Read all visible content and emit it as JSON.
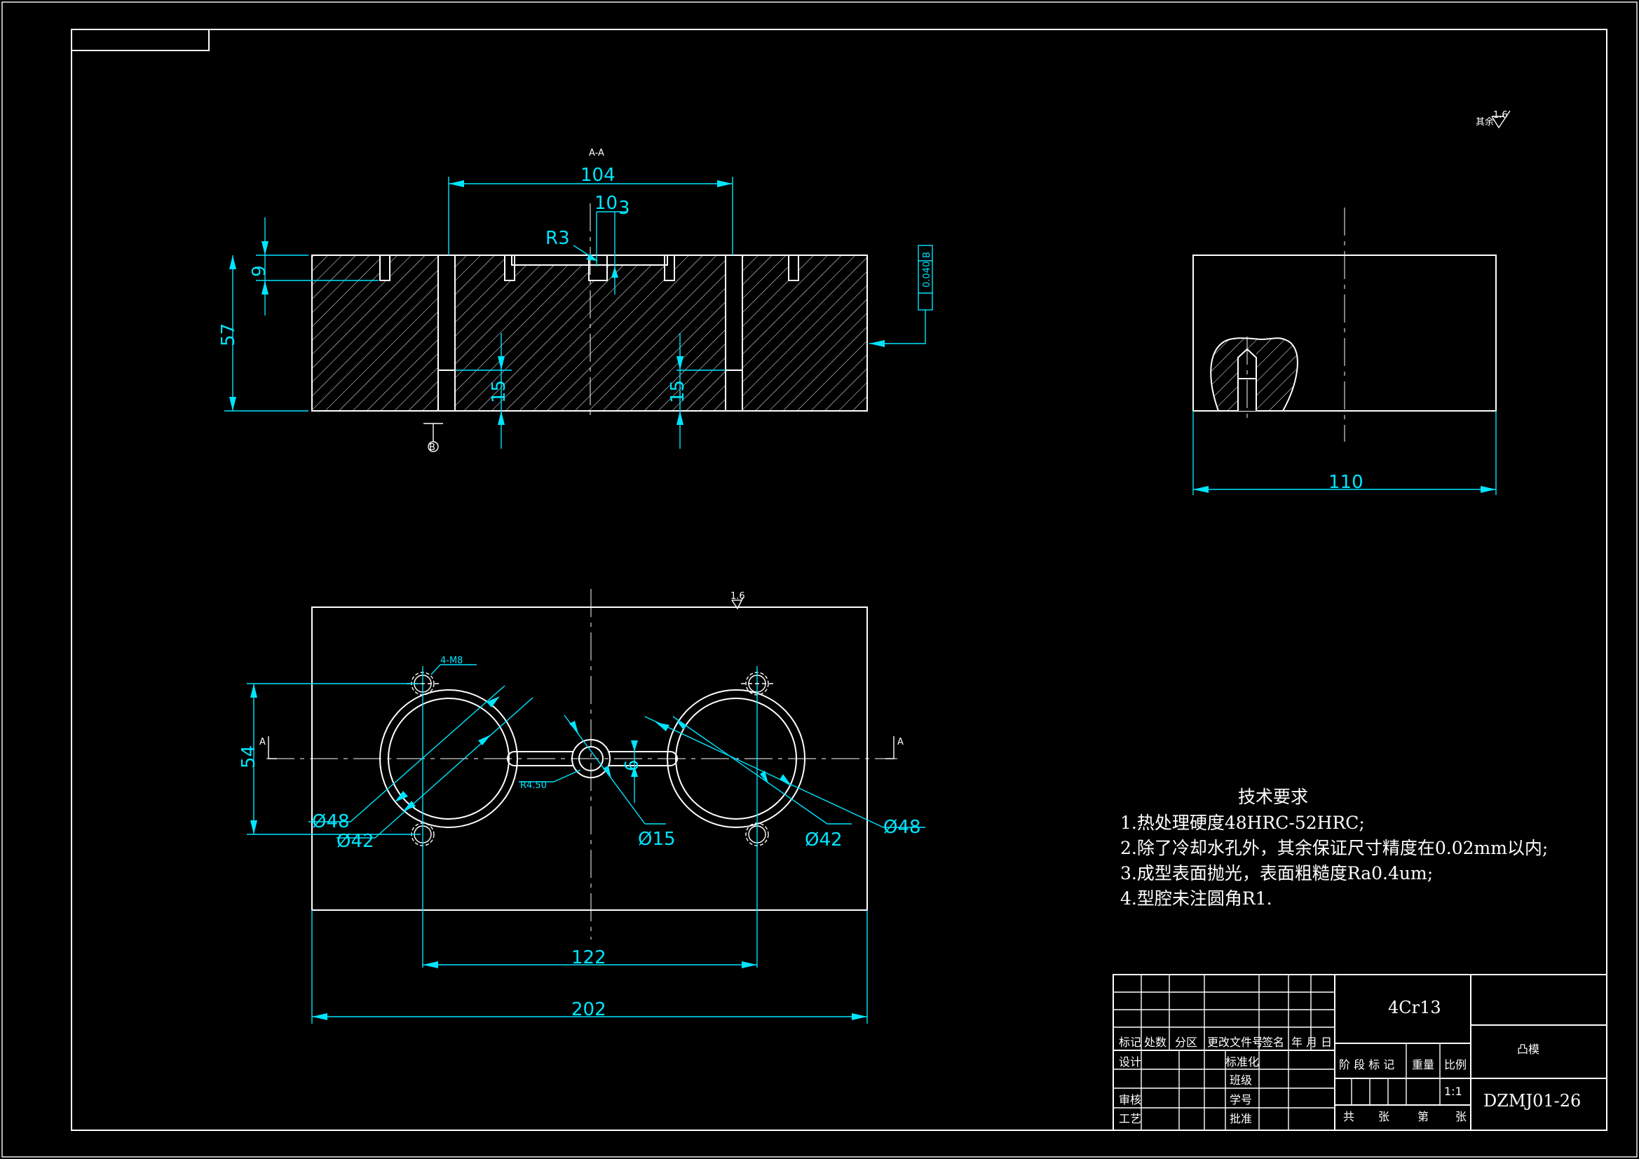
{
  "drawing": {
    "section_label": "A-A",
    "roughness_corner": "1.6",
    "roughness_corner_prefix": "其余",
    "roughness_plan": "1.6",
    "datum_label": "B",
    "tolerance_frame": "0.040",
    "tolerance_datum": "B",
    "section_marker_left": "A",
    "section_marker_right": "A",
    "dimensions": {
      "d104": "104",
      "d10": "10",
      "d3": "3",
      "r3": "R3",
      "d9": "9",
      "d57": "57",
      "d15a": "15",
      "d15b": "15",
      "d110": "110",
      "d54": "54",
      "m8": "4-M8",
      "r450": "R4.50",
      "d48a": "Ø48",
      "d42a": "Ø42",
      "d15c": "Ø15",
      "d42b": "Ø42",
      "d48b": "Ø48",
      "d6": "6",
      "d122": "122",
      "d202": "202"
    }
  },
  "technical_requirements": {
    "title": "技术要求",
    "items": [
      "1.热处理硬度48HRC-52HRC;",
      "2.除了冷却水孔外，其余保证尺寸精度在0.02mm以内;",
      "3.成型表面抛光，表面粗糙度Ra0.4um;",
      "4.型腔未注圆角R1."
    ]
  },
  "title_block": {
    "material": "4Cr13",
    "part_name": "凸模",
    "drawing_number": "DZMJ01-26",
    "scale": "1:1",
    "header_row": [
      "标记",
      "处数",
      "分区",
      "更改文件号",
      "签名",
      "年 月 日"
    ],
    "design": "设计",
    "standardize": "标准化",
    "class": "班级",
    "review": "审核",
    "student_no": "学号",
    "process": "工艺",
    "approve": "批准",
    "stage_labels": [
      "阶 段 标 记",
      "重量",
      "比例"
    ],
    "sheet_labels": [
      "共",
      "张",
      "第",
      "张"
    ]
  }
}
